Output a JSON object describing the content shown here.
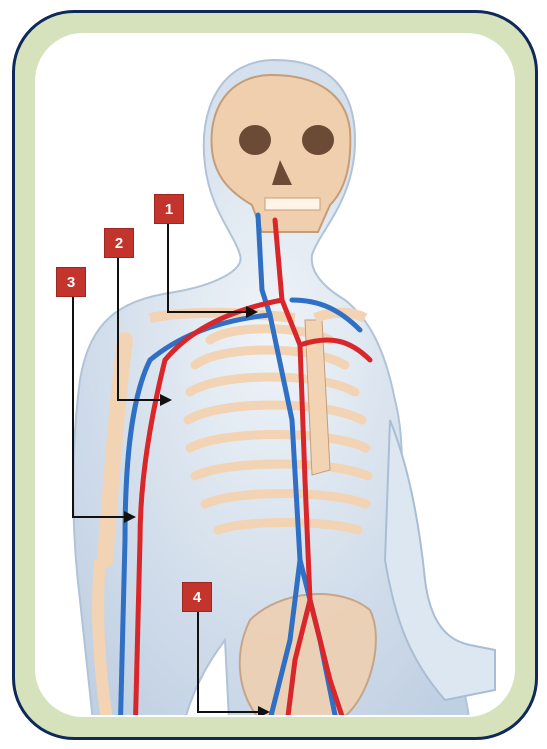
{
  "labels": [
    {
      "id": "1",
      "text": "1"
    },
    {
      "id": "2",
      "text": "2"
    },
    {
      "id": "3",
      "text": "3"
    },
    {
      "id": "4",
      "text": "4"
    }
  ],
  "colors": {
    "frame_border": "#0f2a5a",
    "frame_fill": "#d6e2bb",
    "badge": "#c3342c",
    "artery": "#d8262a",
    "vein": "#2f6fc4",
    "bone": "#f2d3b4",
    "skin": "#dbe6f0"
  }
}
